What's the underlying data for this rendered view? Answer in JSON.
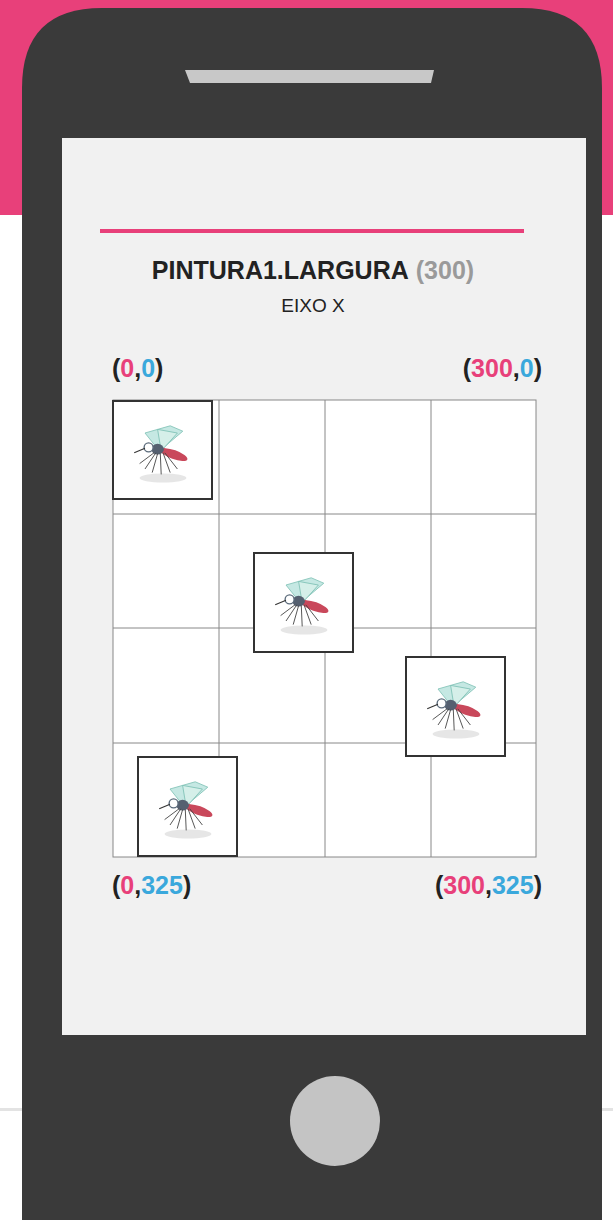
{
  "diagram": {
    "title": "PINTURA1.LARGURA",
    "labels": [
      "(300)",
      "EIXO X",
      "(0,0)",
      "(300,0)",
      "(0,325)",
      "(300,325)"
    ]
  }
}
